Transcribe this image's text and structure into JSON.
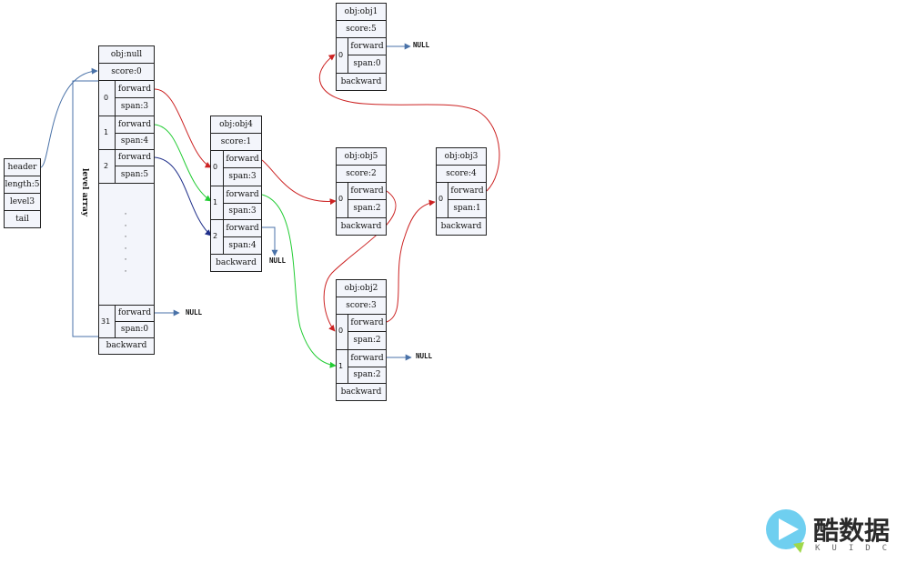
{
  "header_struct": {
    "header": "header",
    "length": "length:5",
    "level": "level3",
    "tail": "tail"
  },
  "level_array_label": "level array",
  "null_text": "NULL",
  "node_null": {
    "title": "obj:null",
    "score": "score:0",
    "levels": [
      {
        "idx": "0",
        "forward": "forward",
        "span": "span:3"
      },
      {
        "idx": "1",
        "forward": "forward",
        "span": "span:4"
      },
      {
        "idx": "2",
        "forward": "forward",
        "span": "span:5"
      },
      {
        "idx": "31",
        "forward": "forward",
        "span": "span:0"
      }
    ],
    "backward": "backward"
  },
  "node_obj4": {
    "title": "obj:obj4",
    "score": "score:1",
    "levels": [
      {
        "idx": "0",
        "forward": "forward",
        "span": "span:3"
      },
      {
        "idx": "1",
        "forward": "forward",
        "span": "span:3"
      },
      {
        "idx": "2",
        "forward": "forward",
        "span": "span:4"
      }
    ],
    "backward": "backward"
  },
  "node_obj1": {
    "title": "obj:obj1",
    "score": "score:5",
    "levels": [
      {
        "idx": "0",
        "forward": "forward",
        "span": "span:0"
      }
    ],
    "backward": "backward"
  },
  "node_obj5": {
    "title": "obj:obj5",
    "score": "score:2",
    "levels": [
      {
        "idx": "0",
        "forward": "forward",
        "span": "span:2"
      }
    ],
    "backward": "backward"
  },
  "node_obj3": {
    "title": "obj:obj3",
    "score": "score:4",
    "levels": [
      {
        "idx": "0",
        "forward": "forward",
        "span": "span:1"
      }
    ],
    "backward": "backward"
  },
  "node_obj2": {
    "title": "obj:obj2",
    "score": "score:3",
    "levels": [
      {
        "idx": "0",
        "forward": "forward",
        "span": "span:2"
      },
      {
        "idx": "1",
        "forward": "forward",
        "span": "span:2"
      }
    ],
    "backward": "backward"
  },
  "watermark": {
    "text": "酷数据",
    "sub": "KUIDC"
  },
  "colors": {
    "red": "#cc2222",
    "green": "#22cc33",
    "navy": "#1f2f8a",
    "steel": "#4a72a8",
    "box_fill": "#f3f5fb"
  }
}
